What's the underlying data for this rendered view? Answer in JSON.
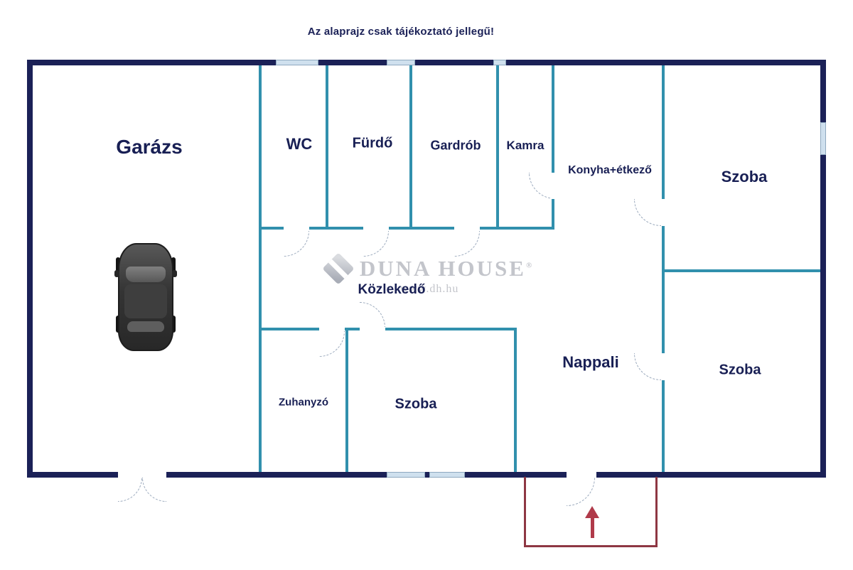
{
  "disclaimer": "Az alaprajz csak tájékoztató jellegű!",
  "watermark": {
    "brand": "DUNA HOUSE",
    "registered_mark": "®",
    "url": "www.dh.hu"
  },
  "rooms": {
    "garazs": {
      "label": "Garázs"
    },
    "wc": {
      "label": "WC"
    },
    "furdo": {
      "label": "Fürdő"
    },
    "gardrob": {
      "label": "Gardrób"
    },
    "kamra": {
      "label": "Kamra"
    },
    "konyha_etkezo": {
      "label": "Konyha+étkező"
    },
    "szoba_jobb_felso": {
      "label": "Szoba"
    },
    "kozlekedo": {
      "label": "Közlekedő"
    },
    "zuhanyzo": {
      "label": "Zuhanyzó"
    },
    "szoba_also_kozep": {
      "label": "Szoba"
    },
    "nappali": {
      "label": "Nappali"
    },
    "szoba_jobb_also": {
      "label": "Szoba"
    }
  },
  "colors": {
    "outer_wall": "#1b2157",
    "inner_wall": "#3190ad",
    "label_text": "#181f54",
    "entrance_accent": "#8e3743",
    "arrow": "#b03a4a",
    "watermark": "#c3c5cb",
    "window_fill": "#cfe0ee"
  }
}
